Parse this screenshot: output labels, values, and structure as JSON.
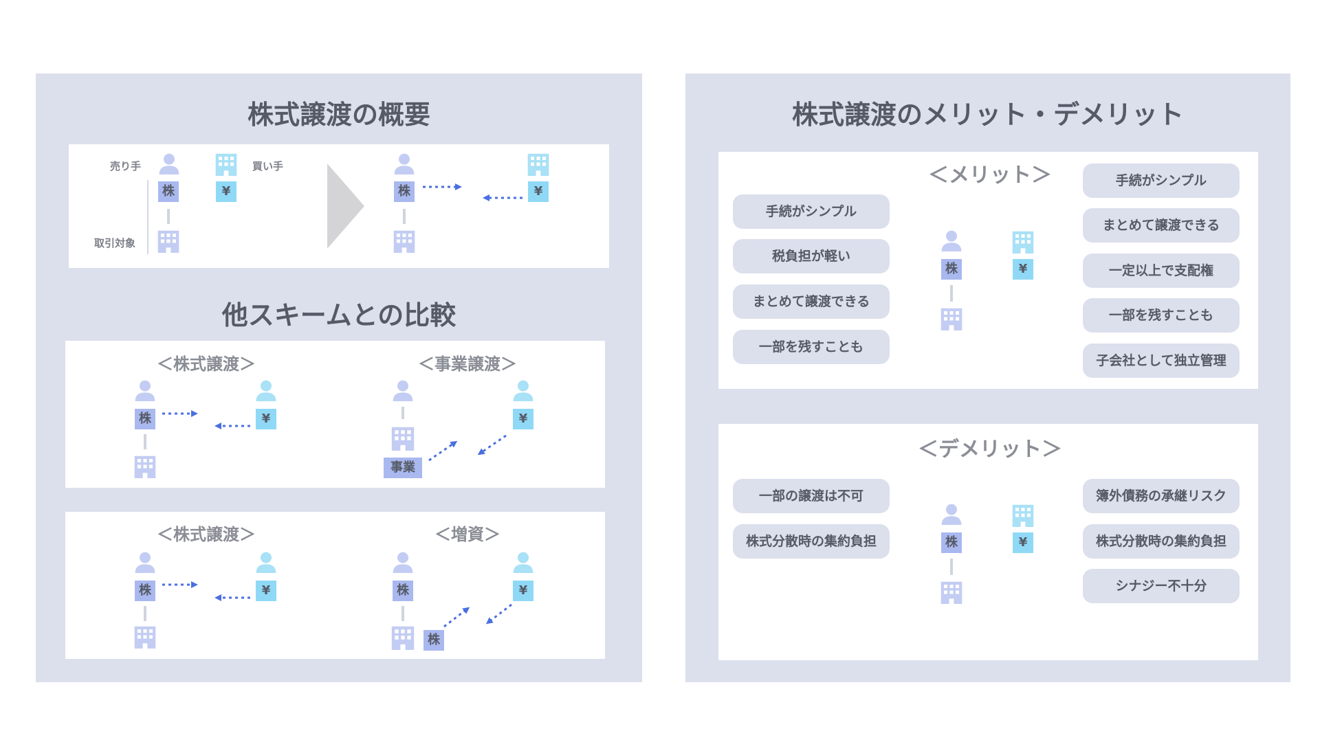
{
  "left": {
    "overview_title": "株式譲渡の概要",
    "labels": {
      "seller": "売り手",
      "buyer": "買い手",
      "target": "取引対象"
    },
    "tags": {
      "stock": "株",
      "yen": "¥",
      "business": "事業"
    },
    "compare_title": "他スキームとの比較",
    "compare_row1": {
      "left_title": "＜株式譲渡＞",
      "right_title": "＜事業譲渡＞"
    },
    "compare_row2": {
      "left_title": "＜株式譲渡＞",
      "right_title": "＜増資＞"
    }
  },
  "right": {
    "title": "株式譲渡のメリット・デメリット",
    "merit": {
      "heading": "＜メリット＞",
      "seller_points": [
        "手続がシンプル",
        "税負担が軽い",
        "まとめて譲渡できる",
        "一部を残すことも"
      ],
      "buyer_points": [
        "手続がシンプル",
        "まとめて譲渡できる",
        "一定以上で支配権",
        "一部を残すことも",
        "子会社として独立管理"
      ]
    },
    "demerit": {
      "heading": "＜デメリット＞",
      "seller_points": [
        "一部の譲渡は不可",
        "株式分散時の集約負担"
      ],
      "buyer_points": [
        "簿外債務の承継リスク",
        "株式分散時の集約負担",
        "シナジー不十分"
      ]
    }
  },
  "colors": {
    "panel": "#dcdfec",
    "person_seller": "#c3cdf3",
    "person_buyer": "#a9e1f6",
    "stock_tag": "#a9b8ef",
    "yen_tag": "#8fd9f6",
    "arrow": "#4a6fe0"
  },
  "icons": [
    "person-icon",
    "building-icon",
    "arrow-icon",
    "chevron-right-icon"
  ]
}
